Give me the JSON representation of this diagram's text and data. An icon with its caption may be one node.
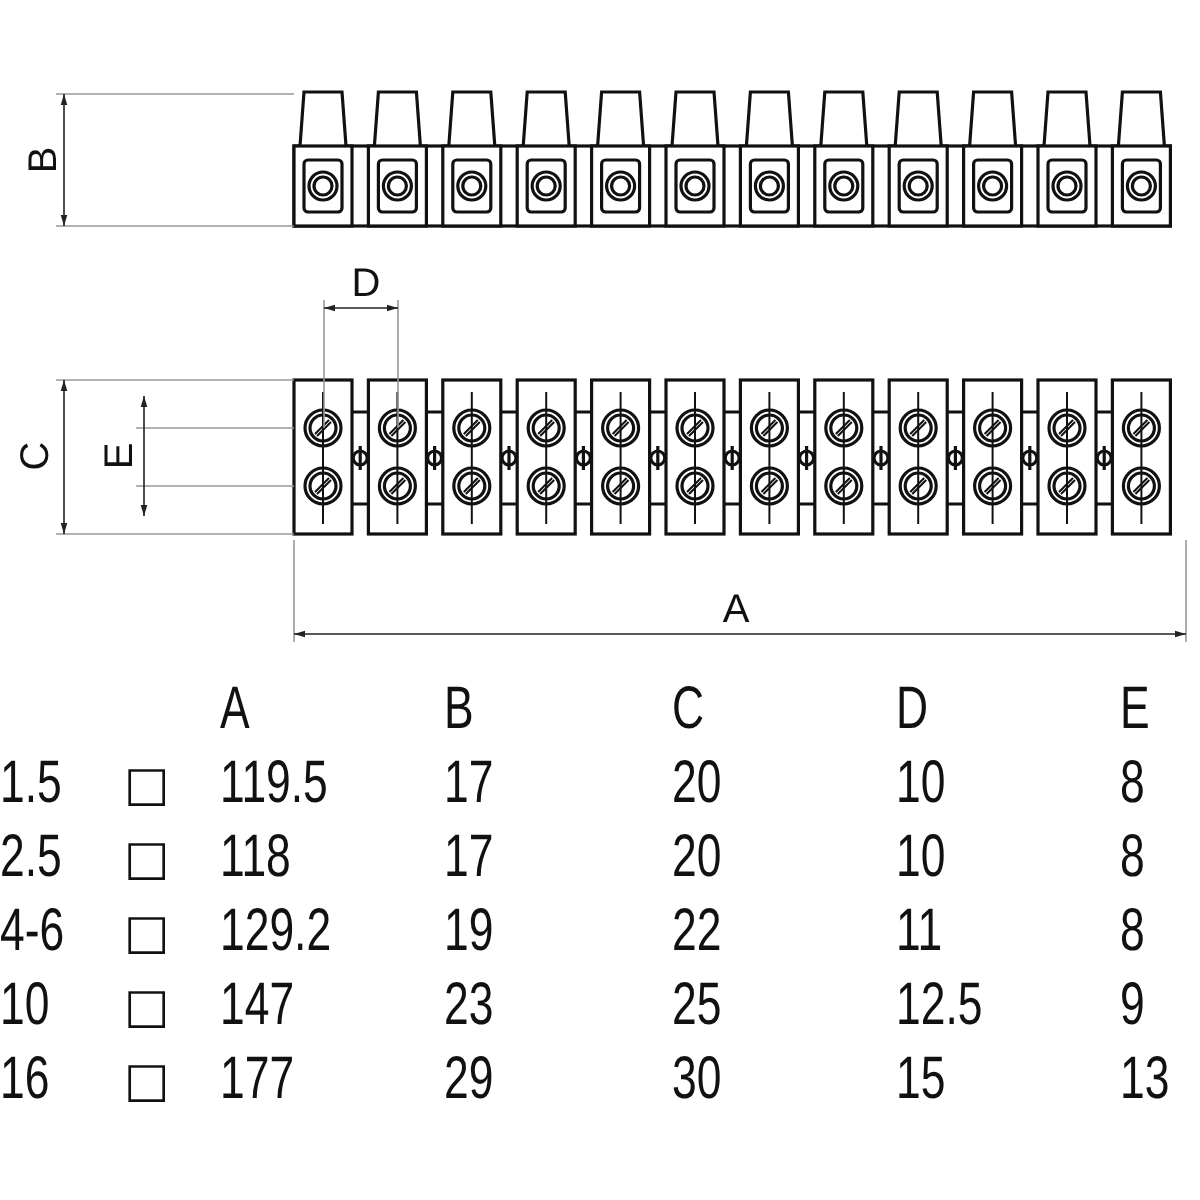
{
  "diagram": {
    "labels": [
      "B",
      "D",
      "C",
      "E",
      "A",
      "A",
      "B",
      "C",
      "D",
      "E",
      "1.5",
      "□",
      "119.5",
      "17",
      "20",
      "10",
      "8",
      "2.5",
      "□",
      "118",
      "17",
      "20",
      "10",
      "8",
      "4-6",
      "□",
      "129.2",
      "19",
      "22",
      "11",
      "8",
      "10",
      "□",
      "147",
      "23",
      "25",
      "12.5",
      "9",
      "16",
      "□",
      "177",
      "29",
      "30",
      "15",
      "13"
    ]
  }
}
